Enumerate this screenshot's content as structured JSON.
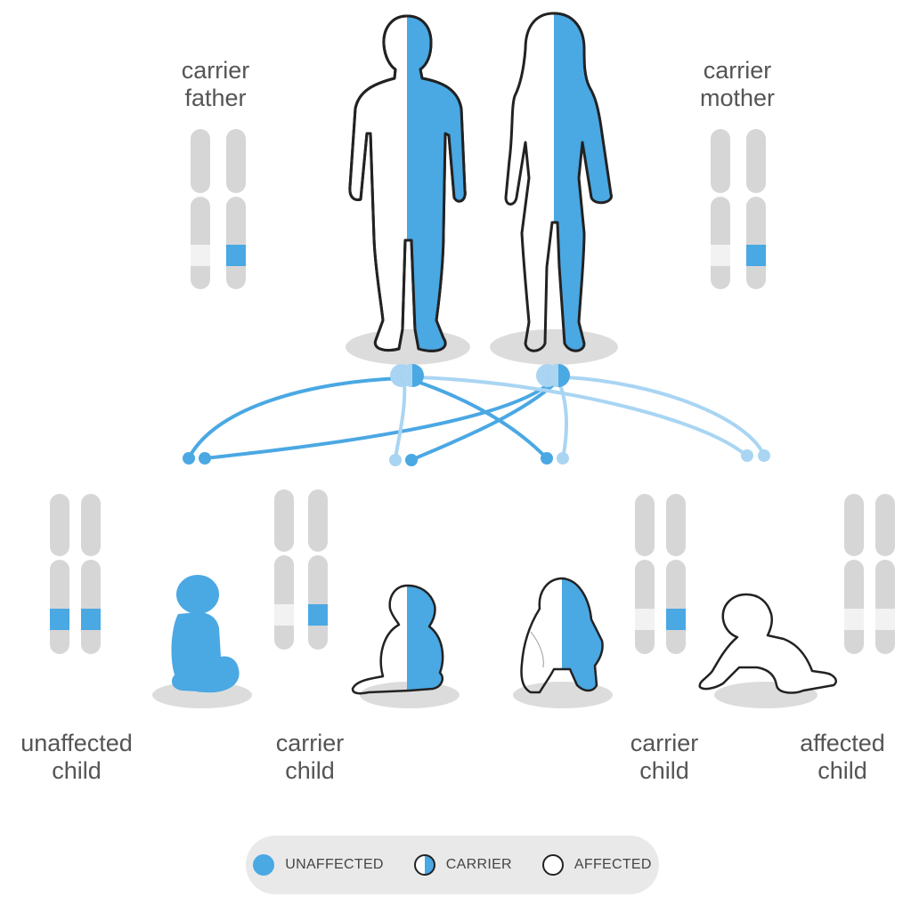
{
  "colors": {
    "unaffected": "#4aa8e3",
    "carrier_light": "#a9d5f3",
    "chromosome": "#d6d6d6",
    "band_light": "#f2f2f2",
    "shadow": "#dcdcdc",
    "text": "#555555"
  },
  "parents": {
    "father": {
      "line1": "carrier",
      "line2": "father"
    },
    "mother": {
      "line1": "carrier",
      "line2": "mother"
    }
  },
  "children": [
    {
      "line1": "unaffected",
      "line2": "child"
    },
    {
      "line1": "carrier",
      "line2": "child"
    },
    {
      "line1": "carrier",
      "line2": "child"
    },
    {
      "line1": "affected",
      "line2": "child"
    }
  ],
  "legend": {
    "unaffected": "UNAFFECTED",
    "carrier": "CARRIER",
    "affected": "AFFECTED"
  },
  "icons": {
    "father": "adult-man-figure-icon",
    "mother": "adult-woman-figure-icon",
    "child1": "sitting-baby-icon",
    "child2": "sitting-baby-back-icon",
    "child3": "crawling-baby-back-icon",
    "child4": "crawling-baby-side-icon"
  }
}
